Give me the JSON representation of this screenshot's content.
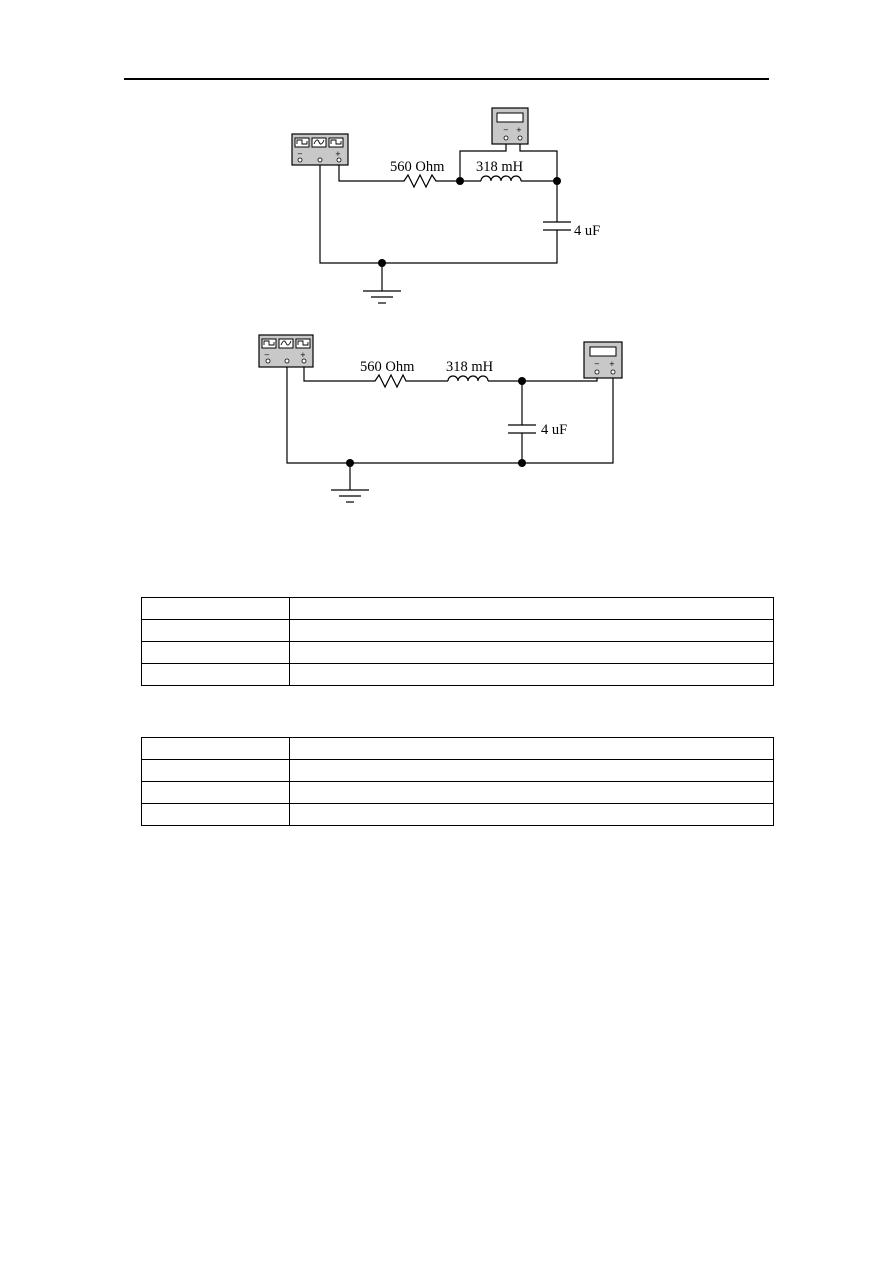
{
  "circuit_1": {
    "resistor_label": "560 Ohm",
    "inductor_label": "318 mH",
    "capacitor_label": "4 uF",
    "meter_minus": "−",
    "meter_plus": "+",
    "generator_minus": "−",
    "generator_plus": "+"
  },
  "circuit_2": {
    "resistor_label": "560 Ohm",
    "inductor_label": "318 mH",
    "capacitor_label": "4 uF",
    "meter_minus": "−",
    "meter_plus": "+",
    "generator_minus": "−",
    "generator_plus": "+"
  },
  "table_1": {
    "rows": 4,
    "cols": 2
  },
  "table_2": {
    "rows": 4,
    "cols": 2
  }
}
